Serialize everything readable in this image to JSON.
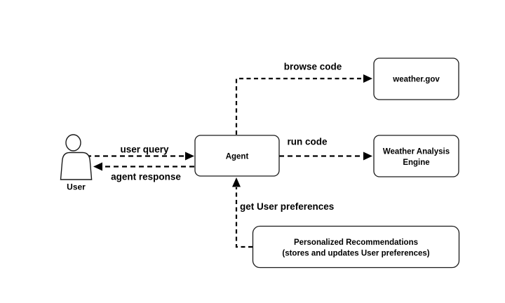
{
  "diagram": {
    "colors": {
      "background": "#ffffff",
      "line": "#000000",
      "text": "#000000"
    },
    "nodes": {
      "user": {
        "label": "User"
      },
      "agent": {
        "label": "Agent"
      },
      "weather_gov": {
        "label": "weather.gov"
      },
      "weather_analysis": {
        "line1": "Weather Analysis",
        "line2": "Engine"
      },
      "personalized": {
        "line1": "Personalized Recommendations",
        "line2": "(stores and updates User preferences)"
      }
    },
    "edges": {
      "user_query": {
        "label": "user query"
      },
      "agent_response": {
        "label": "agent response"
      },
      "browse_code": {
        "label": "browse code"
      },
      "run_code": {
        "label": "run code"
      },
      "get_user_preferences": {
        "label": "get User preferences"
      }
    }
  }
}
